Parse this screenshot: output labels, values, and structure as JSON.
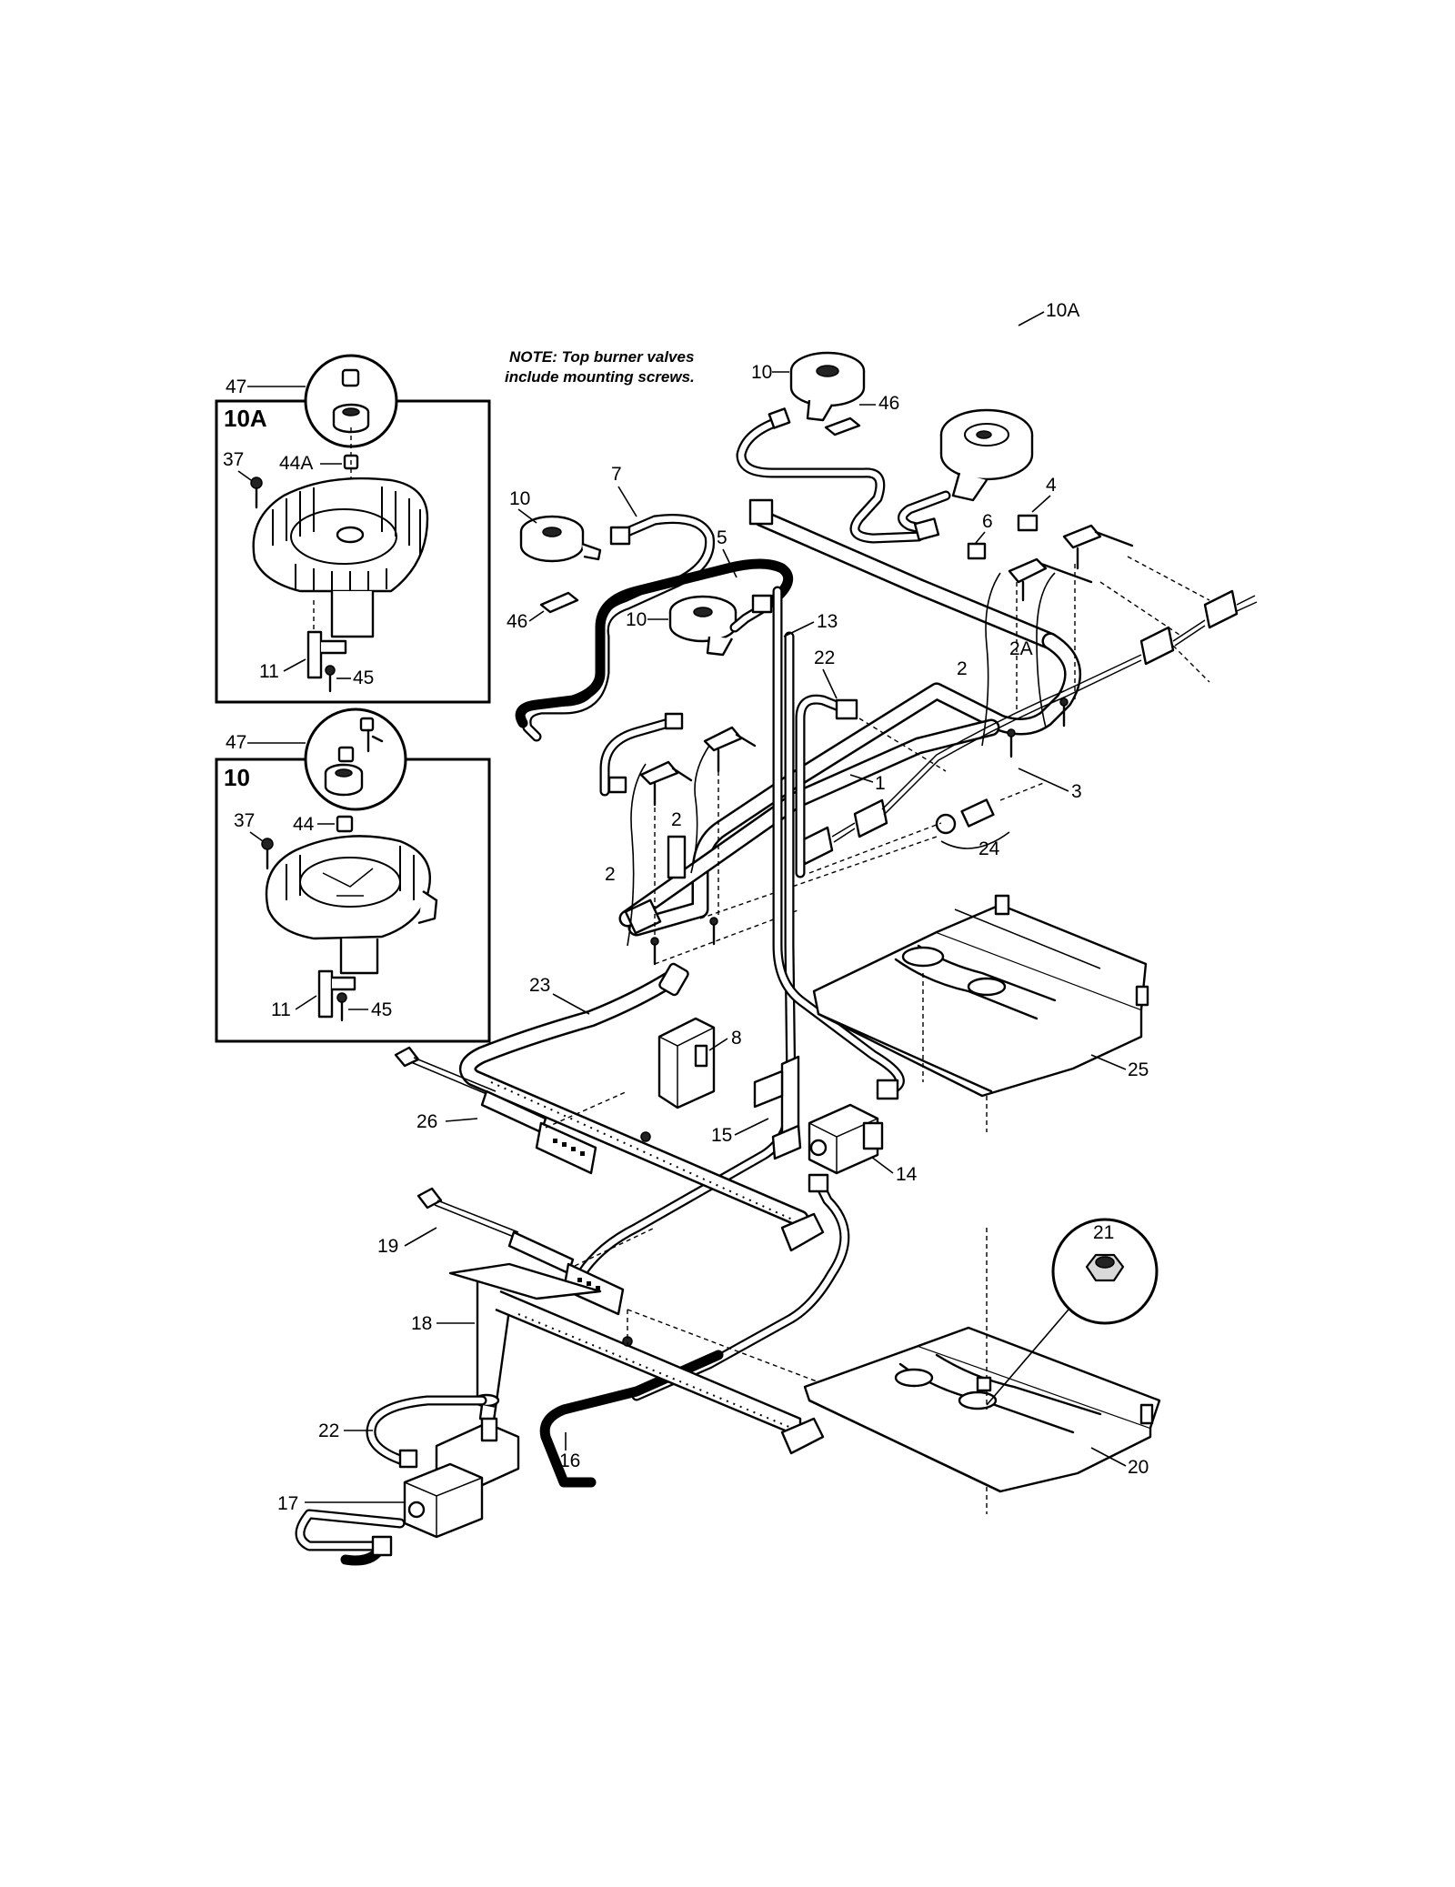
{
  "note": {
    "line1": "NOTE: Top burner valves",
    "line2": "include mounting screws."
  },
  "insets": {
    "a": {
      "title": "10A",
      "labels": {
        "p47": "47",
        "p37": "37",
        "p44a": "44A",
        "p11": "11",
        "p45": "45"
      }
    },
    "b": {
      "title": "10",
      "labels": {
        "p47": "47",
        "p37": "37",
        "p44": "44",
        "p11": "11",
        "p45": "45"
      }
    }
  },
  "labels": {
    "p10_top": "10",
    "p46_top": "46",
    "p10a": "10A",
    "p4": "4",
    "p6": "6",
    "p7": "7",
    "p10_left": "10",
    "p5": "5",
    "p10_mid": "10",
    "p13": "13",
    "p46_left": "46",
    "p22_top": "22",
    "p2_r": "2",
    "p2a": "2A",
    "p1": "1",
    "p3": "3",
    "p24": "24",
    "p2_m": "2",
    "p2_l": "2",
    "p23": "23",
    "p8": "8",
    "p25": "25",
    "p26": "26",
    "p15": "15",
    "p14": "14",
    "p21": "21",
    "p19": "19",
    "p18": "18",
    "p22_bot": "22",
    "p16": "16",
    "p17": "17",
    "p20": "20"
  }
}
